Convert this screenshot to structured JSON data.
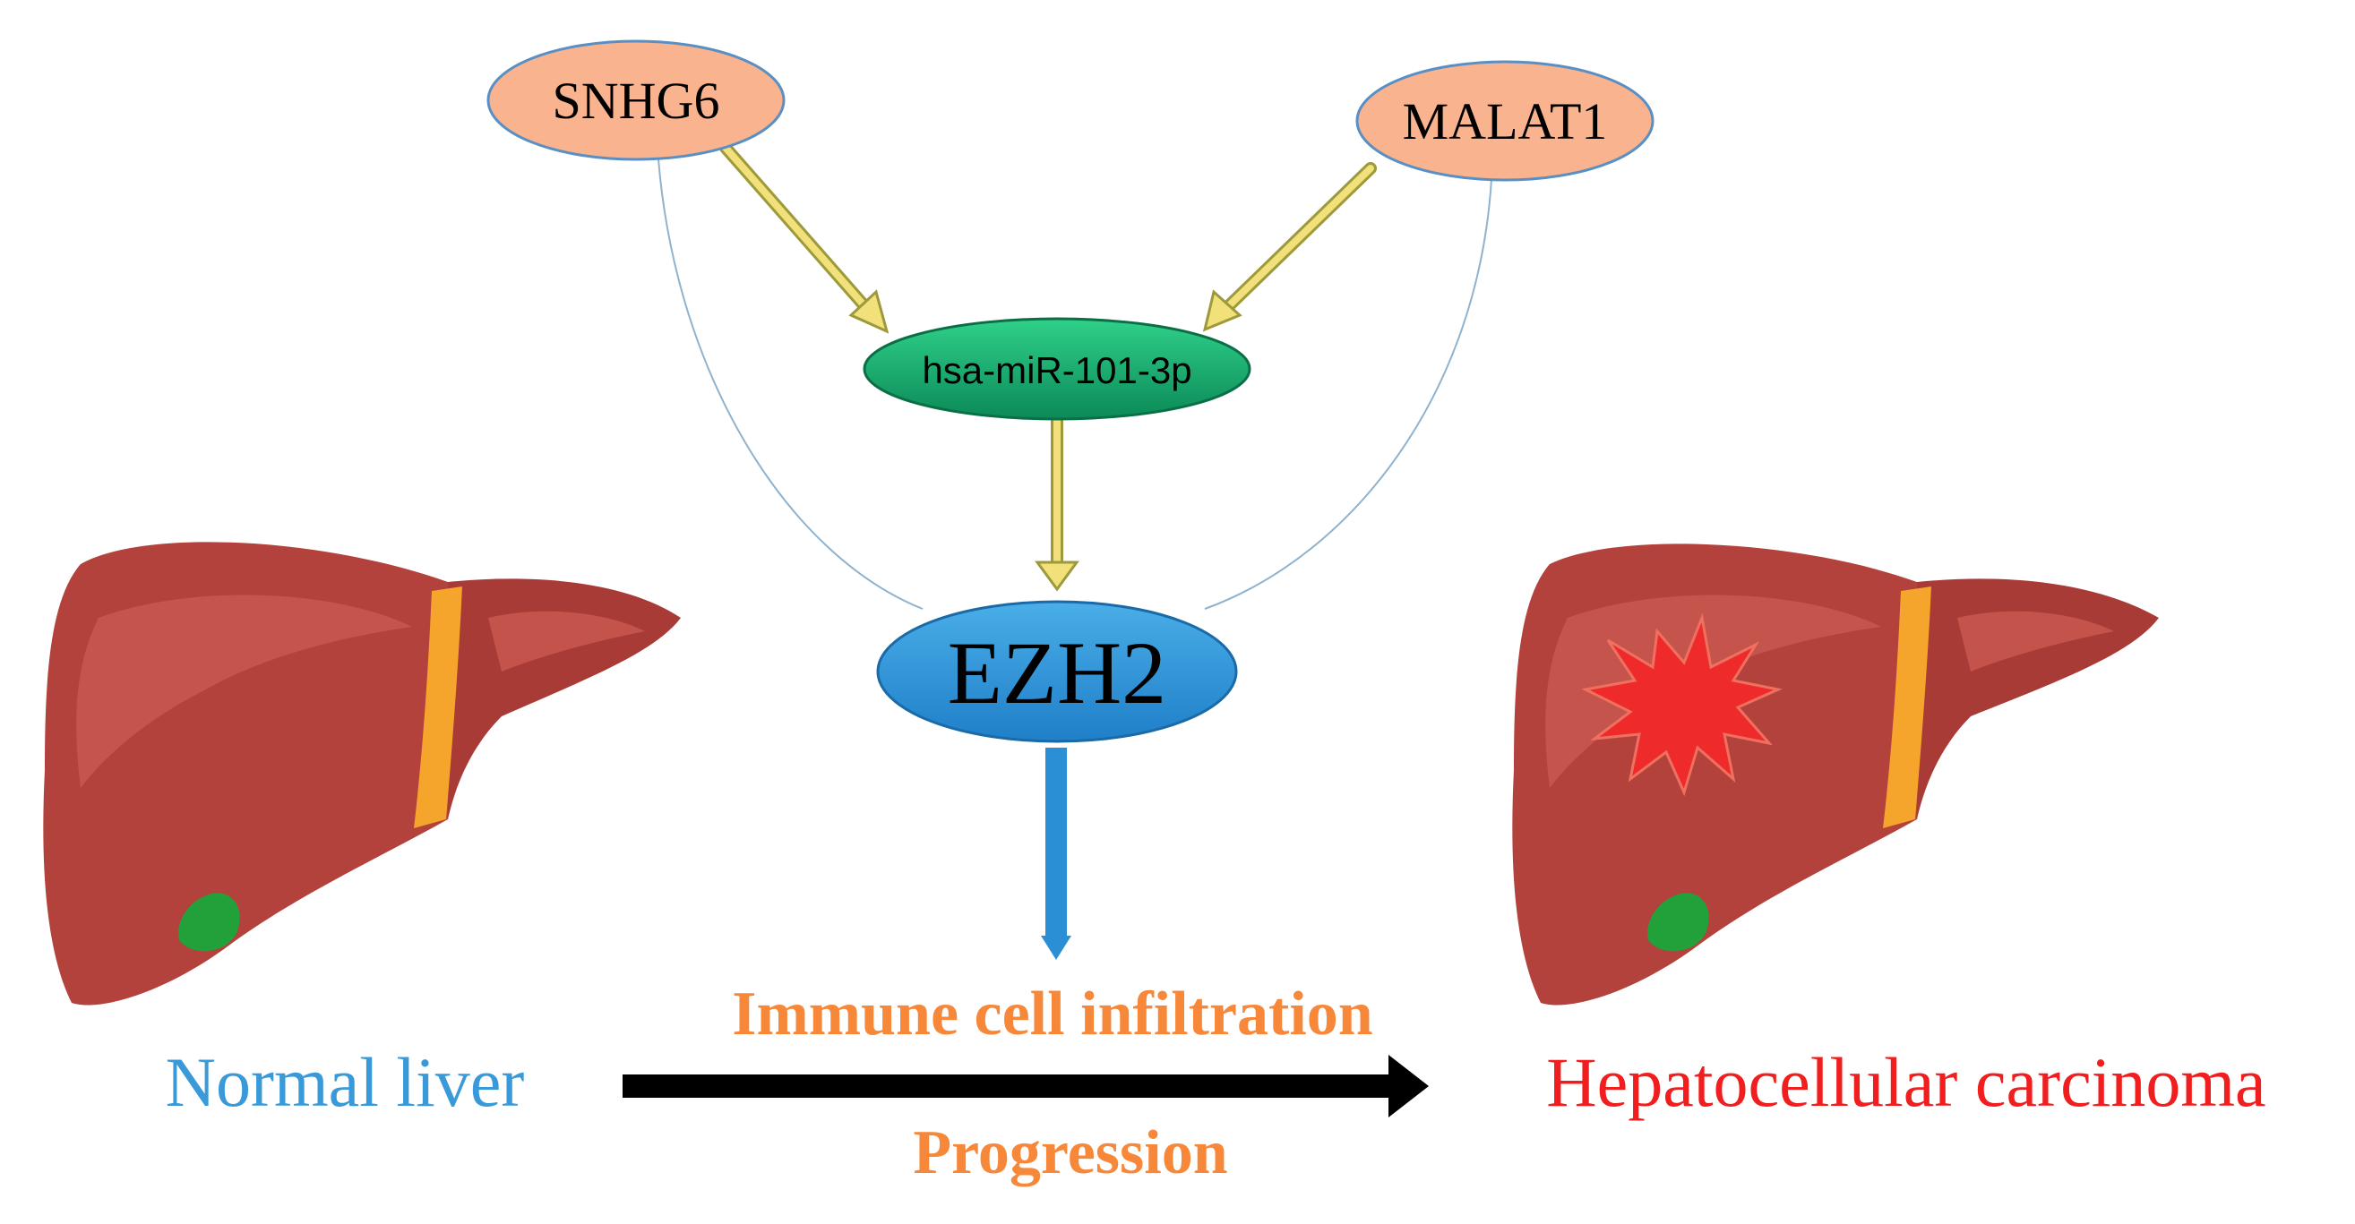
{
  "nodes": {
    "snhg6": "SNHG6",
    "malat1": "MALAT1",
    "mirna": "hsa-miR-101-3p",
    "ezh2": "EZH2"
  },
  "outcomes": {
    "immune": "Immune cell infiltration",
    "progression": "Progression"
  },
  "labels": {
    "normal_liver": "Normal liver",
    "hcc": "Hepatocellular carcinoma"
  },
  "colors": {
    "lncrna_fill": "#f9b48f",
    "mirna_fill": "#13a06a",
    "ezh2_fill": "#2b8fd6",
    "yellow_arrow": "#f2e07a",
    "blue_arrow": "#2b8fd6",
    "outcome_text": "#f7883a",
    "normal_text": "#3a9ad9",
    "hcc_text": "#f01e1e",
    "liver_fill": "#b3423c",
    "tumor_fill": "#ee2a2a"
  }
}
